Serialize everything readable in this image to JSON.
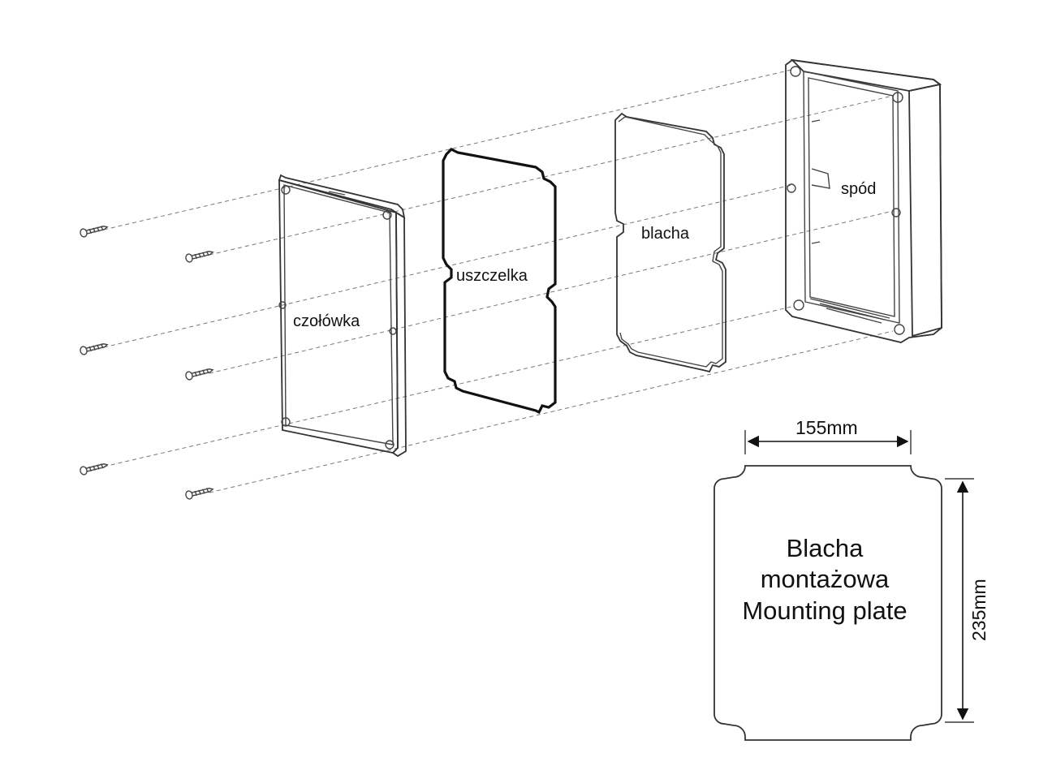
{
  "parts": {
    "front_cover": "czołówka",
    "gasket": "uszczelka",
    "plate": "blacha",
    "base": "spód"
  },
  "mounting_plate": {
    "title_line1": "Blacha",
    "title_line2": "montażowa",
    "title_line3": "Mounting plate",
    "width": "155mm",
    "height": "235mm"
  },
  "screw_icon": "screw-icon"
}
